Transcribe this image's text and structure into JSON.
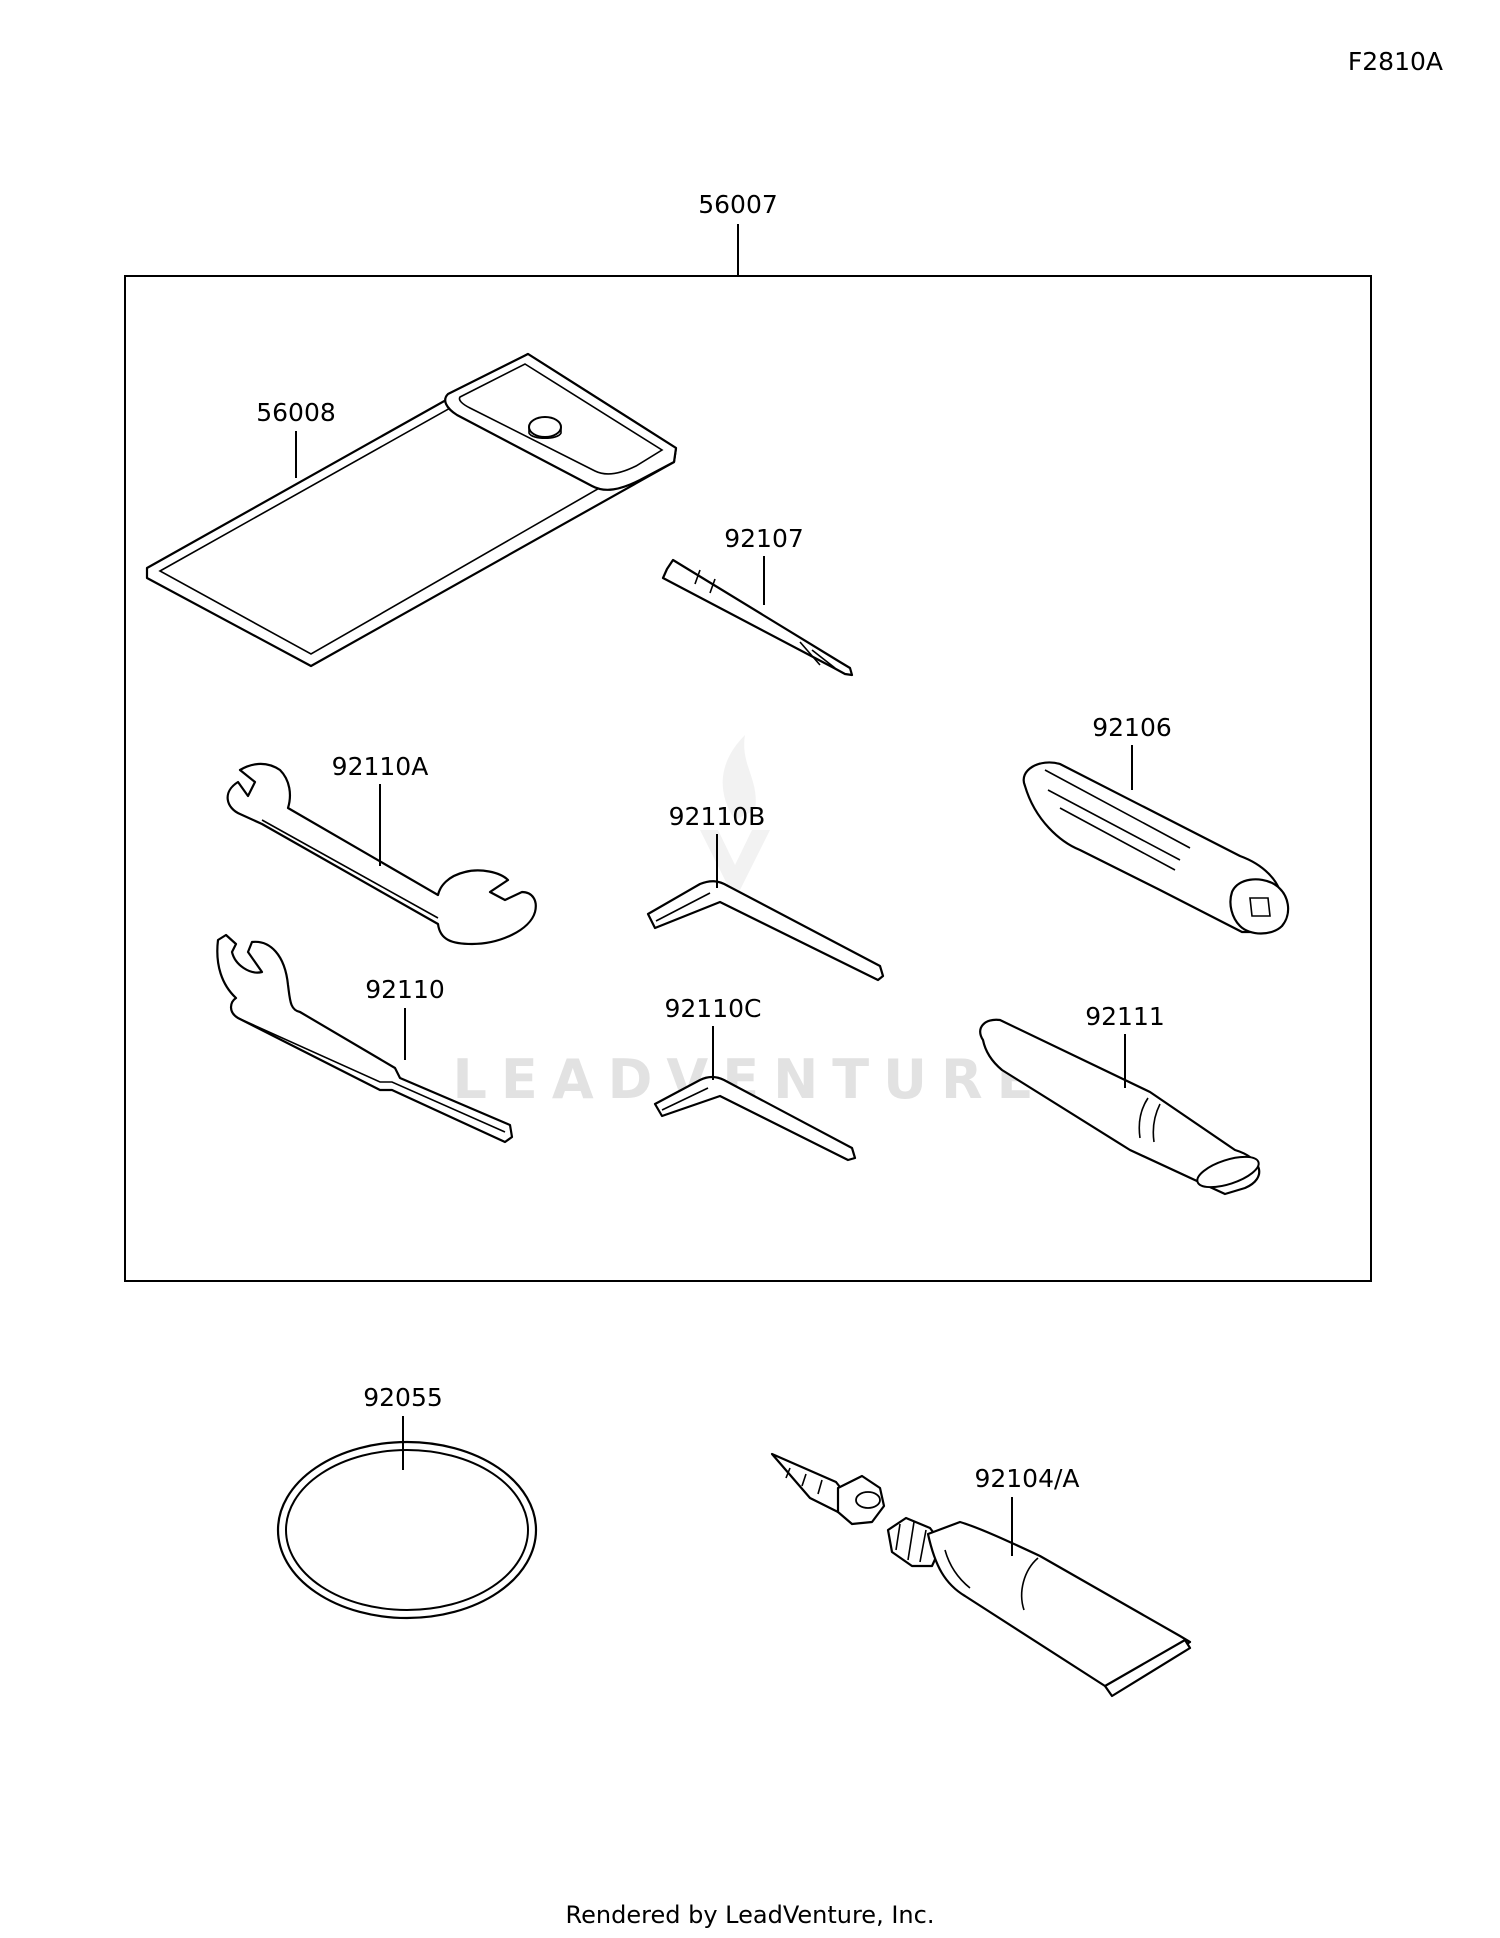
{
  "figure_code": "F2810A",
  "footer": "Rendered by LeadVenture, Inc.",
  "watermark": "LEADVENTURE",
  "parts": {
    "kit": "56007",
    "pouch": "56008",
    "screwdriver_bit": "92107",
    "wrench_a": "92110A",
    "hex_key_b": "92110B",
    "screwdriver_handle": "92106",
    "hook_wrench": "92110",
    "hex_key_c": "92110C",
    "extension_pipe": "92111",
    "o_ring": "92055",
    "grease_tube": "92104/A"
  }
}
